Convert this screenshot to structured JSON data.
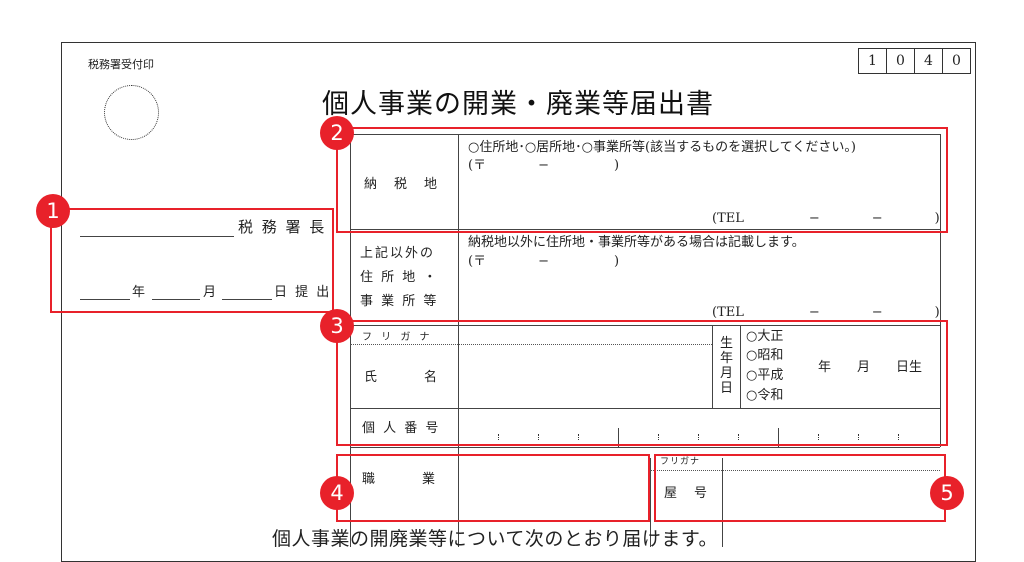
{
  "header": {
    "receipt_stamp_label": "税務署受付印",
    "code_digits": [
      "1",
      "0",
      "4",
      "0"
    ],
    "title": "個人事業の開業・廃業等届出書"
  },
  "left_block": {
    "tax_office_suffix": "税 務 署 長",
    "year": "年",
    "month": "月",
    "day_submit": "日 提 出"
  },
  "tax_place": {
    "label": "納　税　地",
    "options_line": "○住所地･○居所地･○事業所等(該当するものを選択してください。)",
    "postal": "(〒　　　　−　　　　　)",
    "tel": "(TEL　　　　　−　　　　−　　　　)"
  },
  "other_address": {
    "label_line1": "上記以外の",
    "label_line2": "住 所 地 ・",
    "label_line3": "事 業 所 等",
    "note": "納税地以外に住所地・事業所等がある場合は記載します。",
    "postal": "(〒　　　　−　　　　　)",
    "tel": "(TEL　　　　　−　　　　−　　　　)"
  },
  "name_block": {
    "furigana_label": "フ リ ガ ナ",
    "name_label": "氏　　　名",
    "birth_label": "生年月日",
    "eras": [
      "○大正",
      "○昭和",
      "○平成",
      "○令和"
    ],
    "date_fields": "年　　月　　日生"
  },
  "my_number": {
    "label": "個 人 番 号"
  },
  "occupation": {
    "label": "職　　　業"
  },
  "shop_name": {
    "furigana_label": "フリガナ",
    "label": "屋　号"
  },
  "footer_text": "個人事業の開廃業等について次のとおり届けます。",
  "annotations": [
    "1",
    "2",
    "3",
    "4",
    "5"
  ],
  "colors": {
    "annotation_red": "#e8212a",
    "line": "#444444"
  }
}
